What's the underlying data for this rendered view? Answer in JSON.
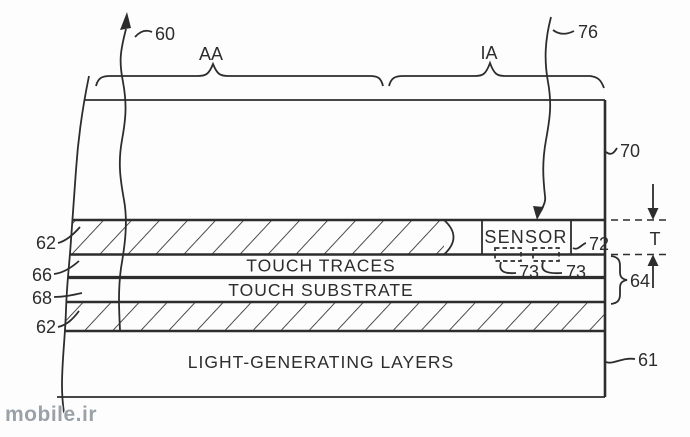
{
  "figure": {
    "kind": "patent-cross-section-diagram",
    "region_labels": {
      "aa": "AA",
      "ia": "IA"
    },
    "ref_labels": {
      "r60": "60",
      "r76": "76",
      "r70": "70",
      "r72": "72",
      "r73a": "73",
      "r73b": "73",
      "r64": "64",
      "r61": "61",
      "r62_top": "62",
      "r66": "66",
      "r68": "68",
      "r62_bottom": "62",
      "thickness": "T"
    },
    "layer_labels": {
      "sensor": "SENSOR",
      "touch_traces": "TOUCH TRACES",
      "touch_substrate": "TOUCH SUBSTRATE",
      "light_generating": "LIGHT-GENERATING LAYERS"
    },
    "colors": {
      "line": "#2d2d2d",
      "background": "#fdfdfd",
      "watermark": "#9aa1a8"
    }
  },
  "watermark": {
    "text": "mobile.ir"
  }
}
